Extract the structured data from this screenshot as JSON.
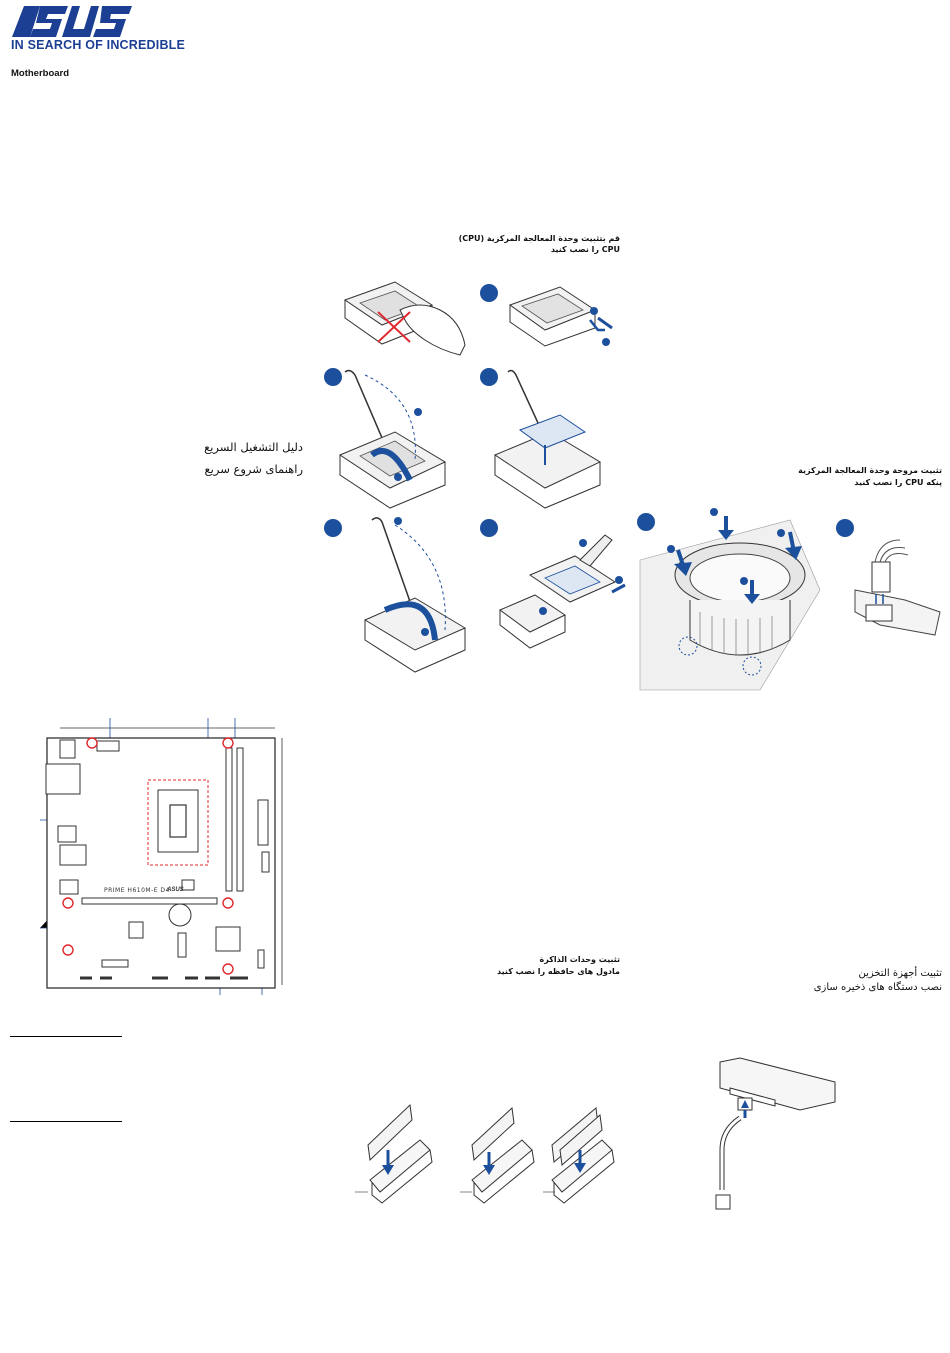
{
  "header": {
    "brand": "ASUS",
    "tagline": "IN SEARCH OF INCREDIBLE",
    "document_type": "Motherboard"
  },
  "cover_titles": {
    "arabic": "دليل التشغيل السريع",
    "persian": "راهنمای شروع سریع"
  },
  "sections": {
    "cpu": {
      "arabic": "قم بتثبيت وحدة المعالجة المركزية (CPU)",
      "persian": "CPU را نصب کنید"
    },
    "cpu_fan": {
      "arabic": "تثبيت مروحة وحدة المعالجة المركزية",
      "persian": "پنکه CPU را نصب کنید"
    },
    "memory": {
      "arabic": "تثبيت وحدات الذاكرة",
      "persian": "مادول های حافظه را نصب کنید"
    },
    "storage": {
      "arabic": "تثبيت أجهزة التخزين",
      "persian": "نصب دستگاه های ذخیره سازی"
    }
  },
  "motherboard": {
    "model_label": "PRIME H610M-E D4",
    "board_logo": "ASUS"
  },
  "colors": {
    "accent": "#1c4f9c",
    "logo": "#1c3f94",
    "warning": "#e0282e"
  },
  "icons": [
    "step-circle-icon",
    "arrow-down-icon",
    "cross-mark-icon"
  ]
}
